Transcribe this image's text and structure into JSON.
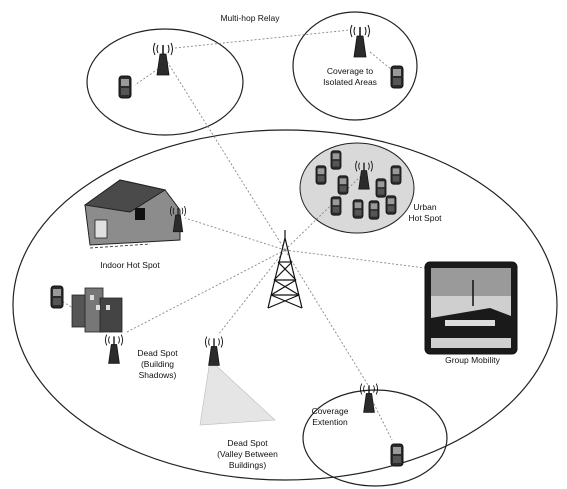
{
  "labels": {
    "multihop": "Multi-hop Relay",
    "coverage_isolated": "Coverage to\nIsolated Areas",
    "urban_hotspot": "Urban\nHot Spot",
    "indoor_hotspot": "Indoor Hot Spot",
    "group_mobility": "Group Mobility",
    "dead_spot_building": "Dead Spot\n(Building\nShadows)",
    "dead_spot_valley": "Dead Spot\n(Valley Between\nBuildings)",
    "coverage_extension": "Coverage\nExtention"
  },
  "colors": {
    "line": "#222222",
    "relay_line": "#888888",
    "hotspot_fill": "#d9d9d9",
    "device_dark": "#2b2b2b",
    "screen": "#9a9a9a"
  },
  "icons": [
    "base-station-tower-icon",
    "relay-station-icon",
    "mobile-phone-icon",
    "house-icon",
    "train-icon",
    "building-icon"
  ]
}
